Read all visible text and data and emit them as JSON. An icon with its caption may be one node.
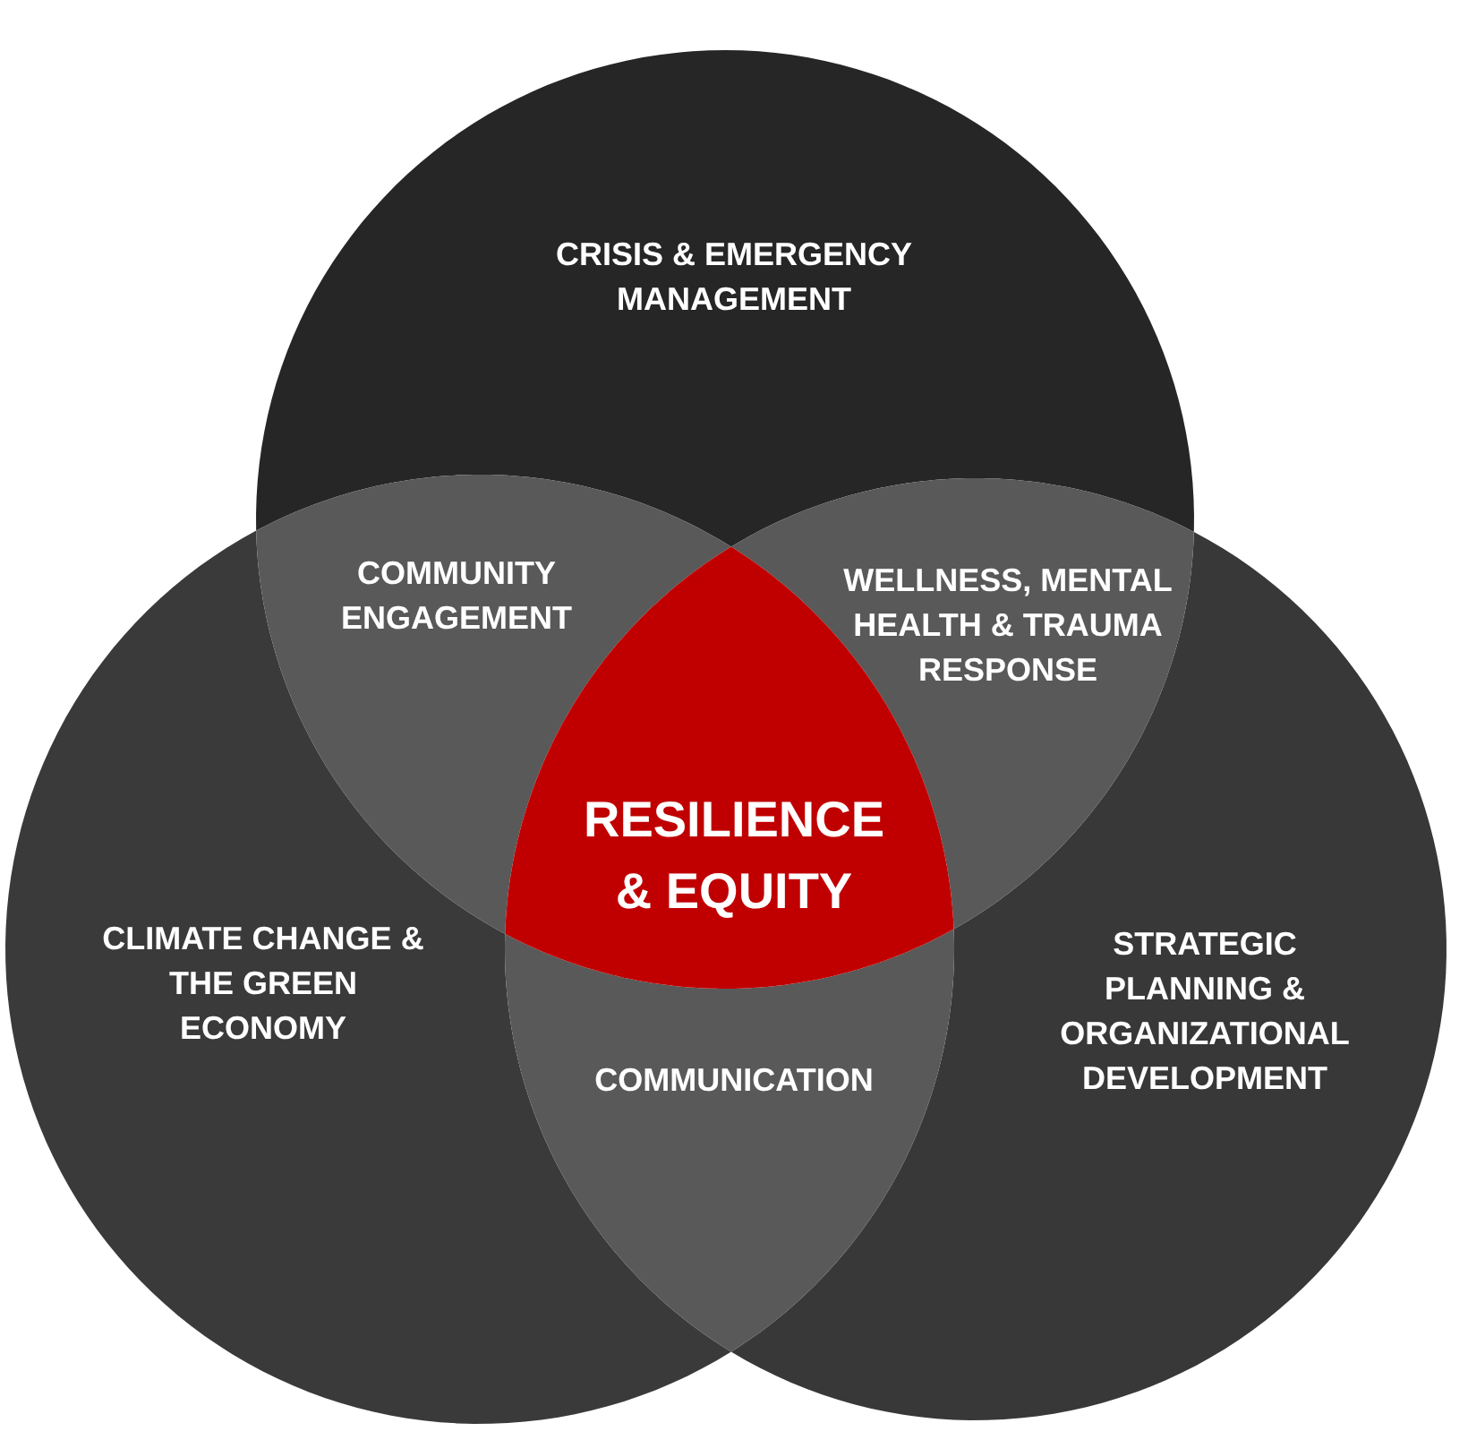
{
  "diagram": {
    "nodes": [
      {
        "text": [
          "CRISIS & EMERGENCY MANAGEMENT"
        ]
      },
      {
        "text": [
          "COMMUNITY ENGAGEMENT"
        ]
      },
      {
        "text": [
          "WELLNESS, MENTAL HEALTH & TRAUMA RESPONSE"
        ]
      },
      {
        "text": [
          "RESILIENCE & EQUITY"
        ]
      },
      {
        "text": [
          "CLIMATE CHANGE & THE GREEN ECONOMY"
        ]
      },
      {
        "text": [
          "STRATEGIC PLANNING & ORGANIZATIONAL DEVELOPMENT"
        ]
      },
      {
        "text": [
          "COMMUNICATION"
        ]
      }
    ],
    "edges": []
  }
}
